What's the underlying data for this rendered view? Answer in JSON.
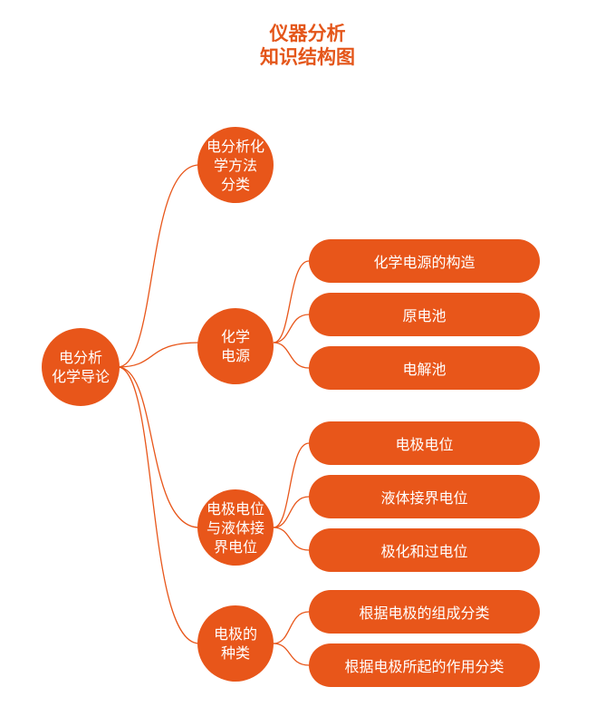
{
  "title": {
    "line1": "仪器分析",
    "line2": "知识结构图"
  },
  "root": {
    "line1": "电分析",
    "line2": "化学导论"
  },
  "branches": [
    {
      "label_lines": [
        "电分析化",
        "学方法",
        "分类"
      ],
      "children": []
    },
    {
      "label_lines": [
        "化学",
        "电源"
      ],
      "children": [
        "化学电源的构造",
        "原电池",
        "电解池"
      ]
    },
    {
      "label_lines": [
        "电极电位",
        "与液体接",
        "界电位"
      ],
      "children": [
        "电极电位",
        "液体接界电位",
        "极化和过电位"
      ]
    },
    {
      "label_lines": [
        "电极的",
        "种类"
      ],
      "children": [
        "根据电极的组成分类",
        "根据电极所起的作用分类"
      ]
    }
  ],
  "colors": {
    "node": "#e8561a",
    "line": "#e8561a",
    "title": "#e4561a"
  }
}
